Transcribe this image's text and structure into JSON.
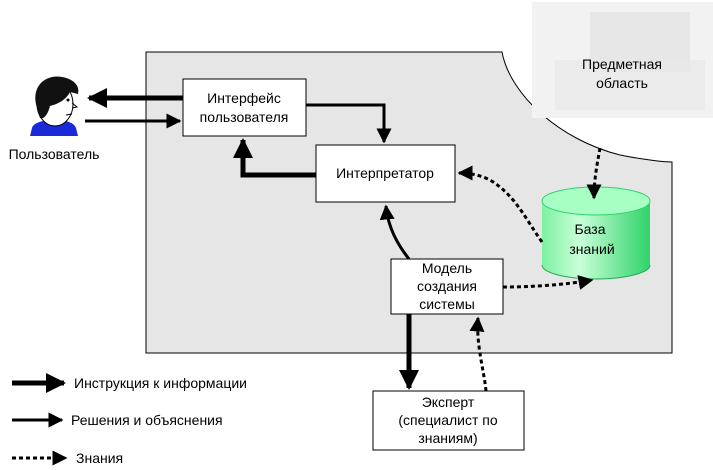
{
  "colors": {
    "system_area": "#e6e6e6",
    "outline": "#000000",
    "box_fill": "#ffffff",
    "cylinder": "#99ffbb",
    "cylinder_dark": "#22dd66",
    "cloud": "#f0f0f0",
    "user_face": "#ffffff",
    "user_hair": "#111111",
    "user_shirt": "#1a2ad8"
  },
  "nodes": {
    "user": {
      "label": "Пользователь",
      "icon": "person-icon"
    },
    "interface": {
      "lines": [
        "Интерфейс",
        "пользователя"
      ]
    },
    "interpreter": {
      "label": "Интерпретатор"
    },
    "knowledge_base": {
      "lines": [
        "База",
        "знаний"
      ],
      "icon": "database-cylinder"
    },
    "domain": {
      "lines": [
        "Предметная",
        "область"
      ]
    },
    "model": {
      "lines": [
        "Модель",
        "создания",
        "системы"
      ]
    },
    "expert": {
      "lines": [
        "Эксперт",
        "(специалист по",
        "знаниям)"
      ]
    }
  },
  "legend": [
    {
      "style": "thick",
      "label": "Инструкция к информации"
    },
    {
      "style": "medium",
      "label": "Решения и объяснения"
    },
    {
      "style": "dotted",
      "label": "Знания"
    }
  ]
}
